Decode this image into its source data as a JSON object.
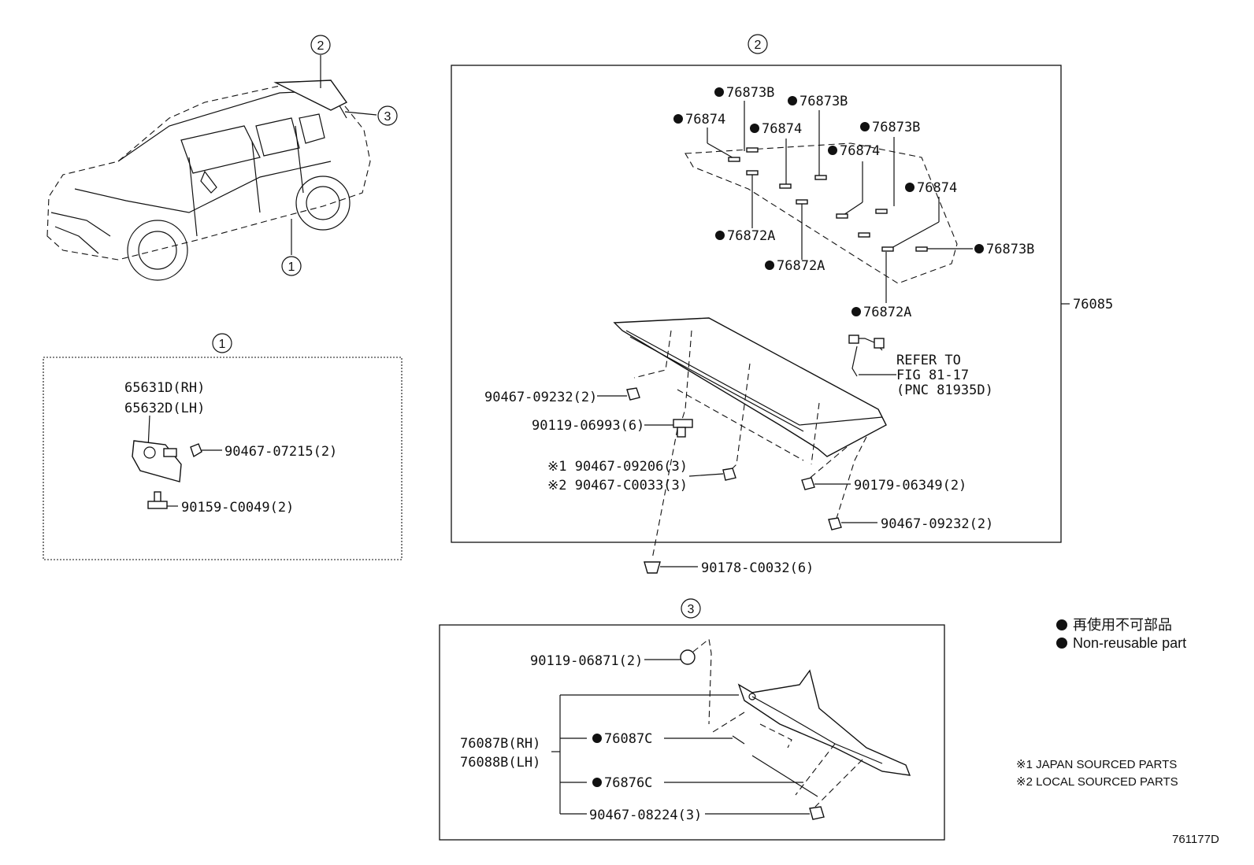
{
  "callouts": {
    "c1": "1",
    "c2": "2",
    "c3": "3"
  },
  "panel2": {
    "dots": {
      "d1": "76873B",
      "d2": "76873B",
      "d3": "76874",
      "d4": "76874",
      "d5": "76873B",
      "d6": "76874",
      "d7": "76874",
      "d8": "76873B",
      "d9": "76872A",
      "d10": "76872A",
      "d11": "76872A"
    },
    "assembly": "76085",
    "refer": {
      "line1": "REFER TO",
      "line2": "FIG 81-17",
      "line3": "(PNC 81935D)"
    },
    "p1": "90467-09232(2)",
    "p2": "90119-06993(6)",
    "p3": "※1 90467-09206(3)",
    "p4": "※2 90467-C0033(3)",
    "p5": "90179-06349(2)",
    "p6": "90467-09232(2)",
    "p7": "90178-C0032(6)"
  },
  "panel1": {
    "rh": "65631D(RH)",
    "lh": "65632D(LH)",
    "p1": "90467-07215(2)",
    "p2": "90159-C0049(2)"
  },
  "panel3": {
    "p1": "90119-06871(2)",
    "rh": "76087B(RH)",
    "lh": "76088B(LH)",
    "d1": "76087C",
    "d2": "76876C",
    "p2": "90467-08224(3)"
  },
  "legend": {
    "jp": "再使用不可部品",
    "en": "Non-reusable part"
  },
  "notes": {
    "n1": "※1 JAPAN SOURCED PARTS",
    "n2": "※2 LOCAL SOURCED PARTS"
  },
  "figure_id": "761177D"
}
